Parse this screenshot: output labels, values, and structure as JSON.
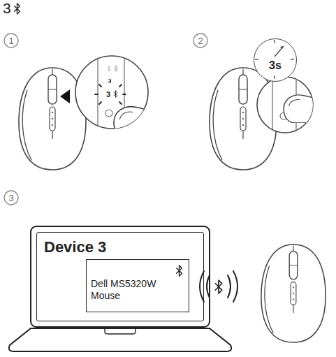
{
  "diagram": {
    "title": "3",
    "nodes": [
      {
        "text": [
          "3s"
        ]
      },
      {
        "text": [
          "Device 3"
        ]
      },
      {
        "text": [
          "Dell MS5320W Mouse"
        ],
        "in": 1
      }
    ],
    "labels": [
      "1",
      "2",
      "3",
      "1",
      "2",
      "3"
    ]
  }
}
